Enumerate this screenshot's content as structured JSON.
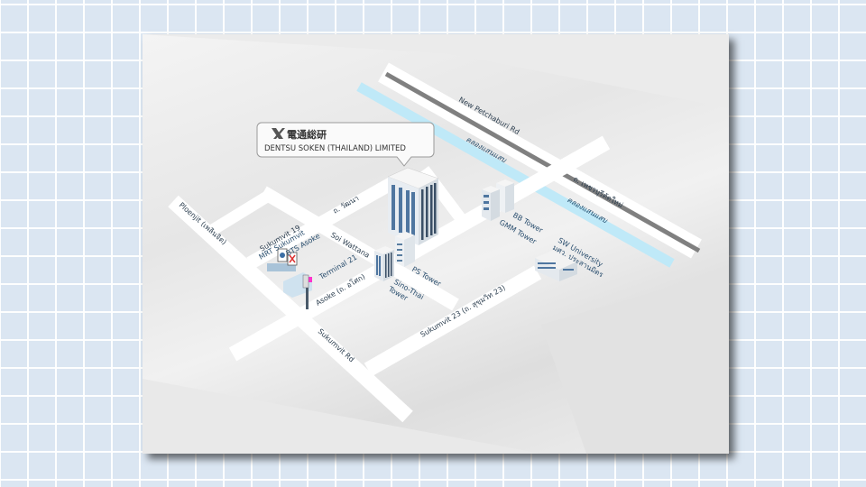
{
  "company": {
    "logo_jp": "電通総研",
    "name": "DENTSU SOKEN (THAILAND) LIMITED"
  },
  "roads": {
    "new_petchaburi_en": "New Petchaburi Rd",
    "new_petchaburi_th": "ถ. เพชรบุรีตัดใหม่",
    "canal_1": "คลองแสนแสบ",
    "canal_2": "คลองแสนแสบ",
    "wattana_th": "ถ. วัฒนา",
    "ploenjit": "Ploenjit (เพลินจิต)",
    "sukumvit19": "Sukumvit 19",
    "soi_wattana": "Soi Wattana",
    "asoke": "Asoke (ถ. อโศก)",
    "sukumvit_rd": "Sukumvit Rd",
    "sukumvit23": "Sukumvit 23 (ถ. สุขุมวิท 23)"
  },
  "places": {
    "mrt": "MRT Sukumvit",
    "bts": "BTS Asoke",
    "terminal21": "Terminal 21",
    "ps_tower": "PS Tower",
    "sino_thai_1": "Sino-Thai",
    "sino_thai_2": "Tower",
    "bb_tower": "BB Tower",
    "gmm_tower": "GMM Tower",
    "sw_univ_en": "SW University",
    "sw_univ_th": "มศว. ประสานมิตร"
  },
  "colors": {
    "road": "#ffffff",
    "canal": "#bfe9f8",
    "rail": "#7a7a7a",
    "building_glass": "#5a7ea0"
  }
}
